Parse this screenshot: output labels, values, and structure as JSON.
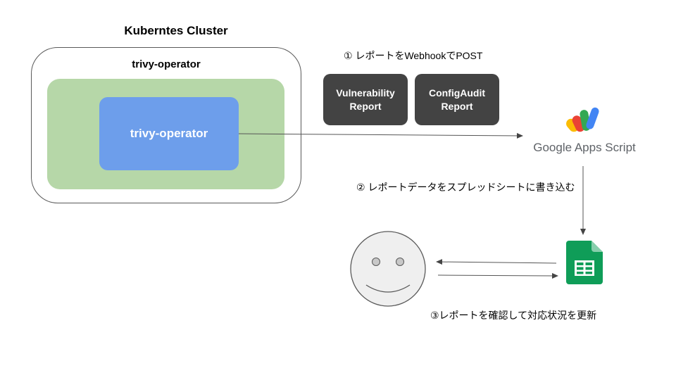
{
  "cluster": {
    "title": "Kuberntes Cluster",
    "namespace_label": "trivy-operator",
    "pod_label": "trivy-operator"
  },
  "steps": {
    "step1": "① レポートをWebhookでPOST",
    "step2": "② レポートデータをスプレッドシートに書き込む",
    "step3": "③レポートを確認して対応状況を更新"
  },
  "reports": [
    {
      "line1": "Vulnerability",
      "line2": "Report"
    },
    {
      "line1": "ConfigAudit",
      "line2": "Report"
    }
  ],
  "gas": {
    "label": "Google Apps Script",
    "icon": "google-apps-script-icon"
  },
  "sheets": {
    "icon": "google-sheets-icon"
  },
  "user": {
    "icon": "smiley-face-icon"
  },
  "colors": {
    "namespace_fill": "#b6d7a8",
    "pod_fill": "#6d9eeb",
    "report_fill": "#434343",
    "sheets_green": "#0f9d58",
    "face_fill": "#efefef"
  }
}
